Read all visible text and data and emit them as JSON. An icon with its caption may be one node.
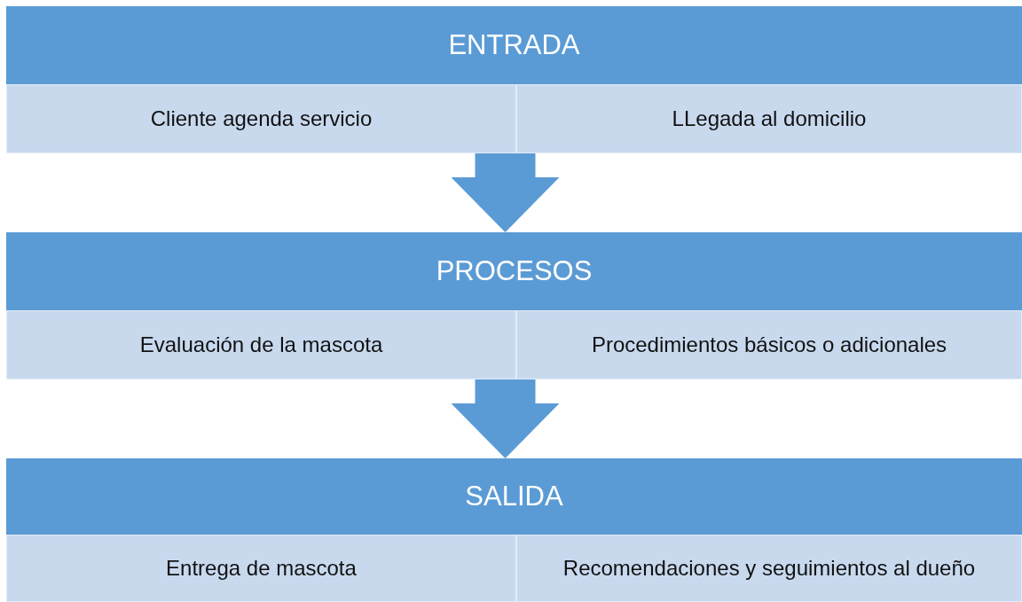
{
  "diagram": {
    "nodes": [
      {
        "text": [
          "ENTRADA"
        ]
      },
      {
        "text": [
          "Cliente agenda servicio"
        ],
        "in": 0
      },
      {
        "text": [
          "LLegada al domicilio"
        ],
        "in": 0
      },
      {
        "text": [
          "PROCESOS"
        ]
      },
      {
        "text": [
          "Evaluación de la mascota"
        ],
        "in": 3
      },
      {
        "text": [
          "Procedimientos básicos o adicionales"
        ],
        "in": 3
      },
      {
        "text": [
          "SALIDA"
        ]
      },
      {
        "text": [
          "Entrega de mascota"
        ],
        "in": 6
      },
      {
        "text": [
          "Recomendaciones y seguimientos al dueño"
        ],
        "in": 6
      }
    ],
    "edges": [
      {
        "from": 0,
        "to": 3,
        "arrow": "to"
      },
      {
        "from": 3,
        "to": 6,
        "arrow": "to"
      }
    ]
  }
}
